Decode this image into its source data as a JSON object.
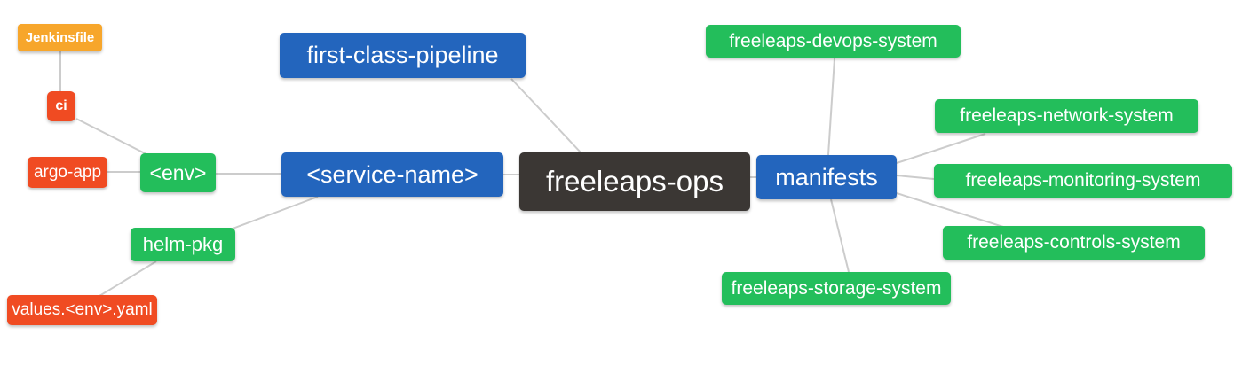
{
  "colors": {
    "blue": "#2365bd",
    "green": "#23be5b",
    "red": "#f04b22",
    "orange": "#f7a62b",
    "dark": "#3b3734",
    "edge": "#cccccc",
    "node_text": "#ffffff",
    "background": "#ffffff"
  },
  "nodes": {
    "freeleaps_ops": {
      "label": "freeleaps-ops",
      "color": "dark"
    },
    "first_class_pipeline": {
      "label": "first-class-pipeline",
      "color": "blue"
    },
    "service_name": {
      "label": "<service-name>",
      "color": "blue"
    },
    "manifests": {
      "label": "manifests",
      "color": "blue"
    },
    "env": {
      "label": "<env>",
      "color": "green"
    },
    "helm_pkg": {
      "label": "helm-pkg",
      "color": "green"
    },
    "ci": {
      "label": "ci",
      "color": "red"
    },
    "argo_app": {
      "label": "argo-app",
      "color": "red"
    },
    "values_env_yaml": {
      "label": "values.<env>.yaml",
      "color": "red"
    },
    "jenkinsfile": {
      "label": "Jenkinsfile",
      "color": "orange"
    },
    "devops_system": {
      "label": "freeleaps-devops-system",
      "color": "green"
    },
    "network_system": {
      "label": "freeleaps-network-system",
      "color": "green"
    },
    "monitoring_system": {
      "label": "freeleaps-monitoring-system",
      "color": "green"
    },
    "controls_system": {
      "label": "freeleaps-controls-system",
      "color": "green"
    },
    "storage_system": {
      "label": "freeleaps-storage-system",
      "color": "green"
    }
  },
  "edges": [
    {
      "from": "jenkinsfile",
      "to": "ci"
    },
    {
      "from": "ci",
      "to": "env"
    },
    {
      "from": "argo_app",
      "to": "env"
    },
    {
      "from": "env",
      "to": "service_name"
    },
    {
      "from": "service_name",
      "to": "helm_pkg"
    },
    {
      "from": "helm_pkg",
      "to": "values_env_yaml"
    },
    {
      "from": "first_class_pipeline",
      "to": "freeleaps_ops"
    },
    {
      "from": "service_name",
      "to": "freeleaps_ops"
    },
    {
      "from": "freeleaps_ops",
      "to": "manifests"
    },
    {
      "from": "manifests",
      "to": "devops_system"
    },
    {
      "from": "manifests",
      "to": "network_system"
    },
    {
      "from": "manifests",
      "to": "monitoring_system"
    },
    {
      "from": "manifests",
      "to": "controls_system"
    },
    {
      "from": "manifests",
      "to": "storage_system"
    }
  ]
}
